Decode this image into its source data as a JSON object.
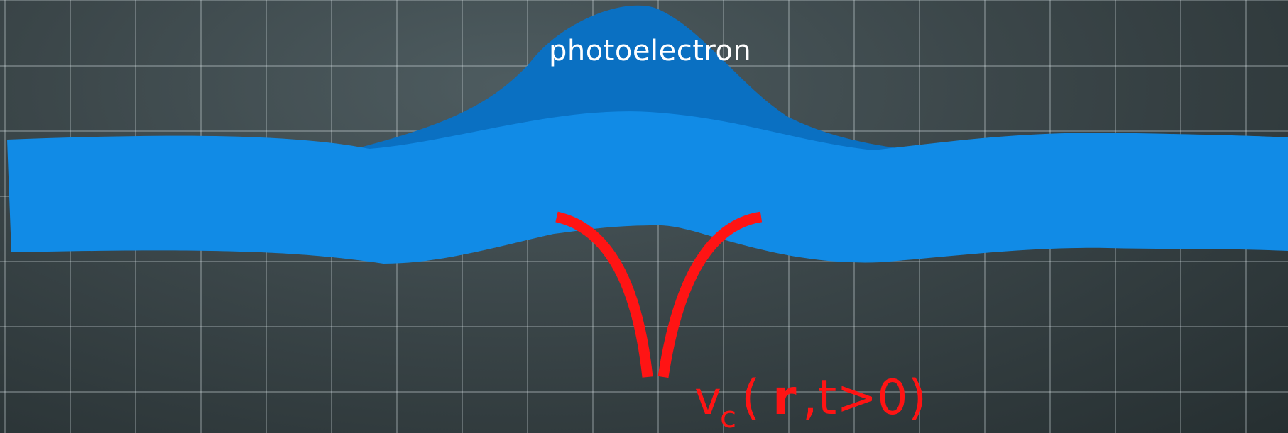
{
  "wavepacket_label": "photoelectron",
  "potential_label": {
    "symbol": "v",
    "subscript": "c",
    "open_paren": "(",
    "r": "r",
    "rest": ",t>0)"
  },
  "colors": {
    "background": "#3b4649",
    "grid_lines": "#e1ebee",
    "wavepacket": "#0a70c2",
    "band": "#118be6",
    "potential": "#ff1414",
    "label_text": "#ffffff"
  }
}
